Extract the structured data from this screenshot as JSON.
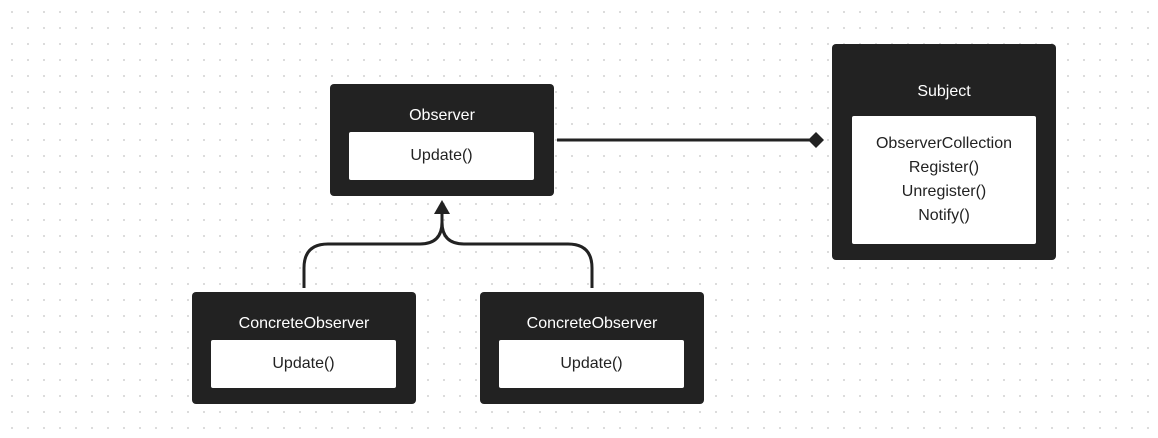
{
  "diagram": {
    "observer": {
      "title": "Observer",
      "members": [
        "Update()"
      ]
    },
    "subject": {
      "title": "Subject",
      "members": [
        "ObserverCollection",
        "Register()",
        "Unregister()",
        "Notify()"
      ]
    },
    "concrete_observers": [
      {
        "title": "ConcreteObserver",
        "members": [
          "Update()"
        ]
      },
      {
        "title": "ConcreteObserver",
        "members": [
          "Update()"
        ]
      }
    ],
    "relations": [
      {
        "type": "inheritance",
        "from": "ConcreteObserver",
        "to": "Observer"
      },
      {
        "type": "inheritance",
        "from": "ConcreteObserver",
        "to": "Observer"
      },
      {
        "type": "composition",
        "from": "Observer",
        "to": "Subject"
      }
    ],
    "colors": {
      "box_fill": "#222222",
      "member_fill": "#ffffff",
      "title_text": "#ffffff",
      "member_text": "#222222",
      "connector": "#222222",
      "grid_dot": "#d9d9d9"
    }
  }
}
